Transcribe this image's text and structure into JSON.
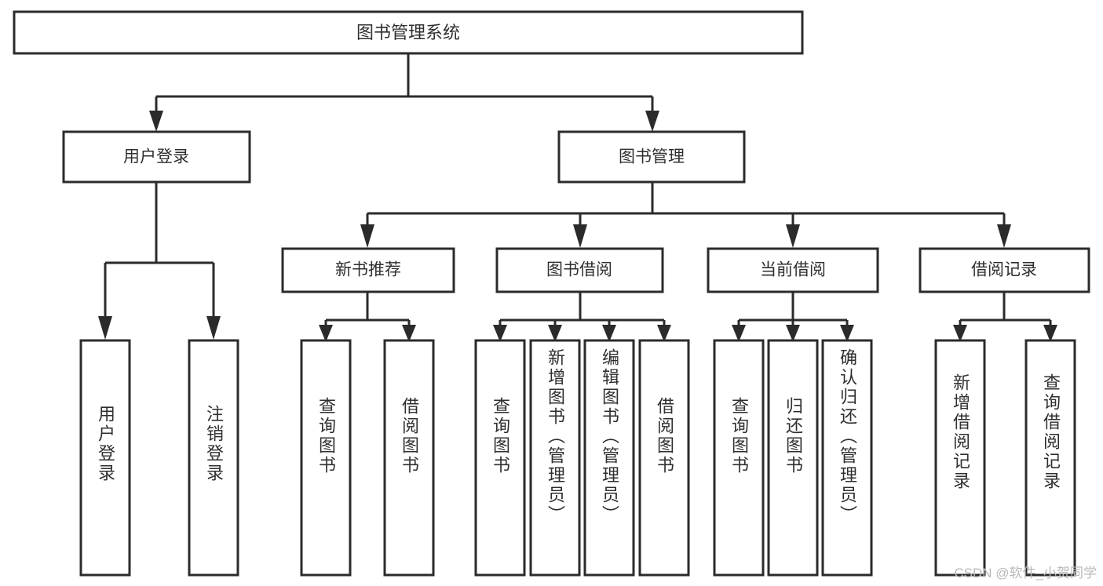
{
  "diagram": {
    "type": "tree",
    "title": "图书管理系统",
    "watermark": "CSDN @软件_小贺同学",
    "colors": {
      "stroke": "#2b2b2b",
      "box_fill": "#ffffff",
      "text": "#2f2f2f",
      "background": "#ffffff",
      "watermark": "#b9b9b9"
    },
    "levels": {
      "root": {
        "label": "图书管理系统"
      },
      "level2": [
        {
          "id": "user-login",
          "label": "用户登录"
        },
        {
          "id": "book-management",
          "label": "图书管理"
        }
      ],
      "level3": [
        {
          "id": "new-book-recommend",
          "label": "新书推荐",
          "parent": "book-management"
        },
        {
          "id": "book-borrow",
          "label": "图书借阅",
          "parent": "book-management"
        },
        {
          "id": "current-borrow",
          "label": "当前借阅",
          "parent": "book-management"
        },
        {
          "id": "borrow-record",
          "label": "借阅记录",
          "parent": "book-management"
        }
      ],
      "leaves": [
        {
          "id": "leaf-user-login",
          "label": "用户登录",
          "parent": "user-login"
        },
        {
          "id": "leaf-logout-login",
          "label": "注销登录",
          "parent": "user-login"
        },
        {
          "id": "leaf-query-book-1",
          "label": "查询图书",
          "parent": "new-book-recommend"
        },
        {
          "id": "leaf-borrow-book-1",
          "label": "借阅图书",
          "parent": "new-book-recommend"
        },
        {
          "id": "leaf-query-book-2",
          "label": "查询图书",
          "parent": "book-borrow"
        },
        {
          "id": "leaf-add-book",
          "label": "新增图书（管理员）",
          "parent": "book-borrow"
        },
        {
          "id": "leaf-edit-book",
          "label": "编辑图书（管理员）",
          "parent": "book-borrow"
        },
        {
          "id": "leaf-borrow-book-2",
          "label": "借阅图书",
          "parent": "book-borrow"
        },
        {
          "id": "leaf-query-book-3",
          "label": "查询图书",
          "parent": "current-borrow"
        },
        {
          "id": "leaf-return-book",
          "label": "归还图书",
          "parent": "current-borrow"
        },
        {
          "id": "leaf-confirm-return",
          "label": "确认归还（管理员）",
          "parent": "current-borrow"
        },
        {
          "id": "leaf-add-record",
          "label": "新增借阅记录",
          "parent": "borrow-record"
        },
        {
          "id": "leaf-query-record",
          "label": "查询借阅记录",
          "parent": "borrow-record"
        }
      ]
    }
  }
}
